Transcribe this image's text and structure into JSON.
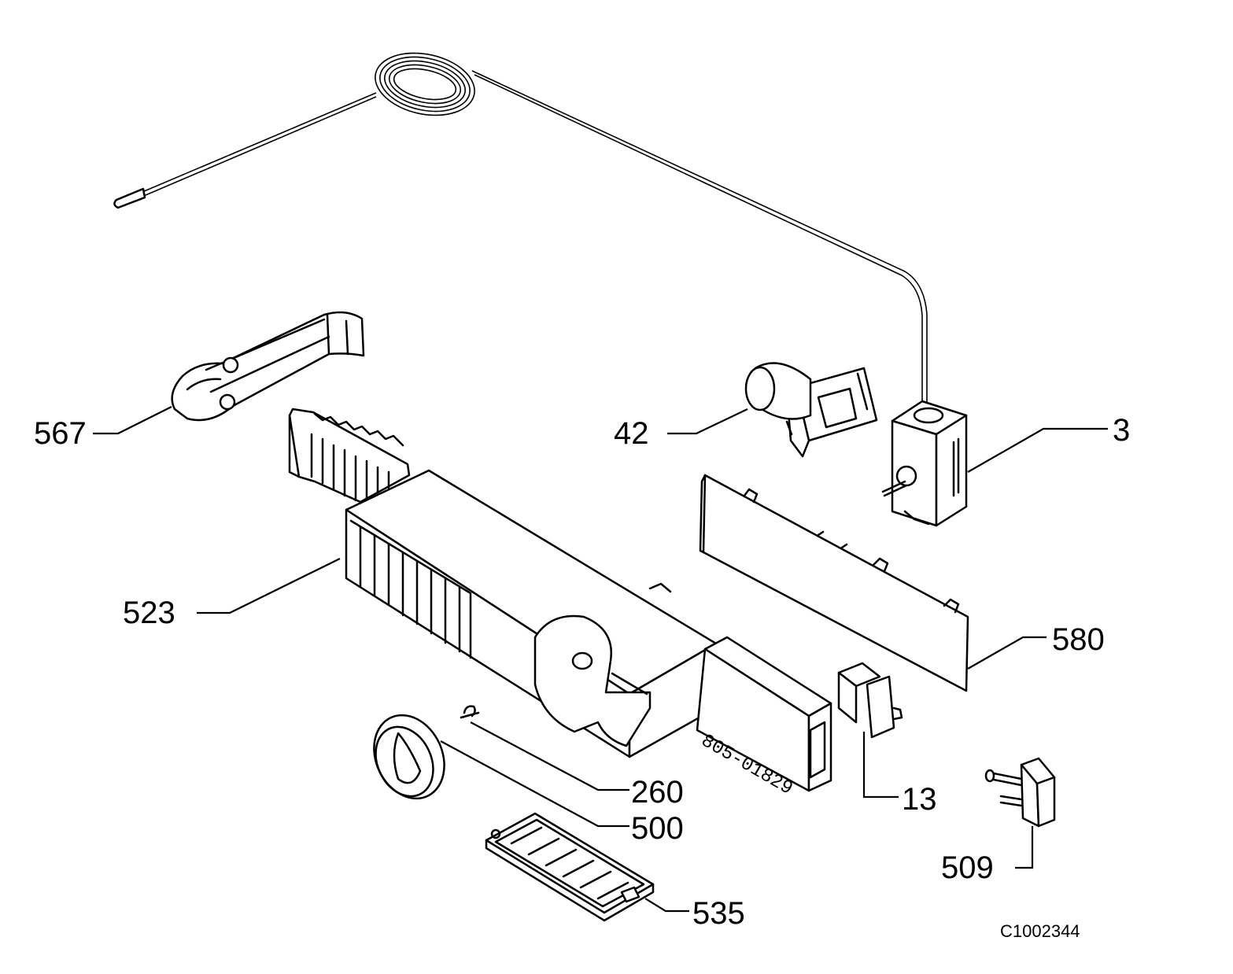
{
  "callouts": [
    {
      "id": "567",
      "text": "567"
    },
    {
      "id": "42",
      "text": "42"
    },
    {
      "id": "3",
      "text": "3"
    },
    {
      "id": "523",
      "text": "523"
    },
    {
      "id": "580",
      "text": "580"
    },
    {
      "id": "260",
      "text": "260"
    },
    {
      "id": "500",
      "text": "500"
    },
    {
      "id": "13",
      "text": "13"
    },
    {
      "id": "509",
      "text": "509"
    },
    {
      "id": "535",
      "text": "535"
    }
  ],
  "part_marking": "805-01829",
  "drawing_number": "C1002344"
}
